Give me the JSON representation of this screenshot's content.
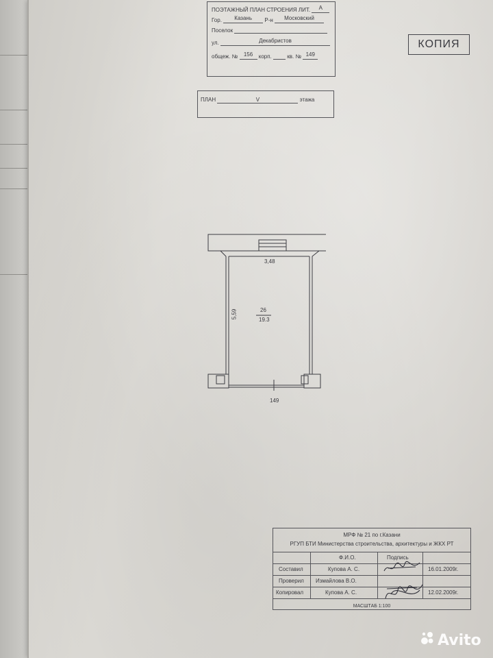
{
  "header": {
    "title": "ПОЭТАЖНЫЙ ПЛАН СТРОЕНИЯ ЛИТ.",
    "lit_value": "А",
    "city_label": "Гор.",
    "city_value": "Казань",
    "district_label": "Р-н",
    "district_value": "Московский",
    "settlement_label": "Поселок",
    "street_label": "ул.",
    "street_value": "Декабристов",
    "dorm_label": "общеж. №",
    "dorm_value": "156",
    "korp_label": "корп.",
    "apt_label": "кв. №",
    "apt_value": "149"
  },
  "stamp": {
    "kopiya": "КОПИЯ"
  },
  "plan_line": {
    "plan_label": "ПЛАН",
    "floor_value": "V",
    "floor_label": "этажа"
  },
  "floorplan": {
    "width_dim": "3,48",
    "length_dim": "5,59",
    "room_number": "26",
    "room_area": "19.3",
    "apartment_number": "149"
  },
  "title_block": {
    "org_line1": "МРФ № 21 по г.Казани",
    "org_line2": "РГУП БТИ Министерства строительства, архитектуры и ЖКХ РТ",
    "col_fio": "Ф.И.О.",
    "col_signature": "Подпись",
    "rows": [
      {
        "role": "Составил",
        "name": "Купова А. С.",
        "date": "16.01.2009г."
      },
      {
        "role": "Проверил",
        "name": "Измайлова В.О.",
        "date": ""
      },
      {
        "role": "Копировал",
        "name": "Купова А. С.",
        "date": "12.02.2009г."
      }
    ],
    "scale": "МАСШТАБ 1:100"
  },
  "watermark": {
    "brand": "Avito"
  }
}
